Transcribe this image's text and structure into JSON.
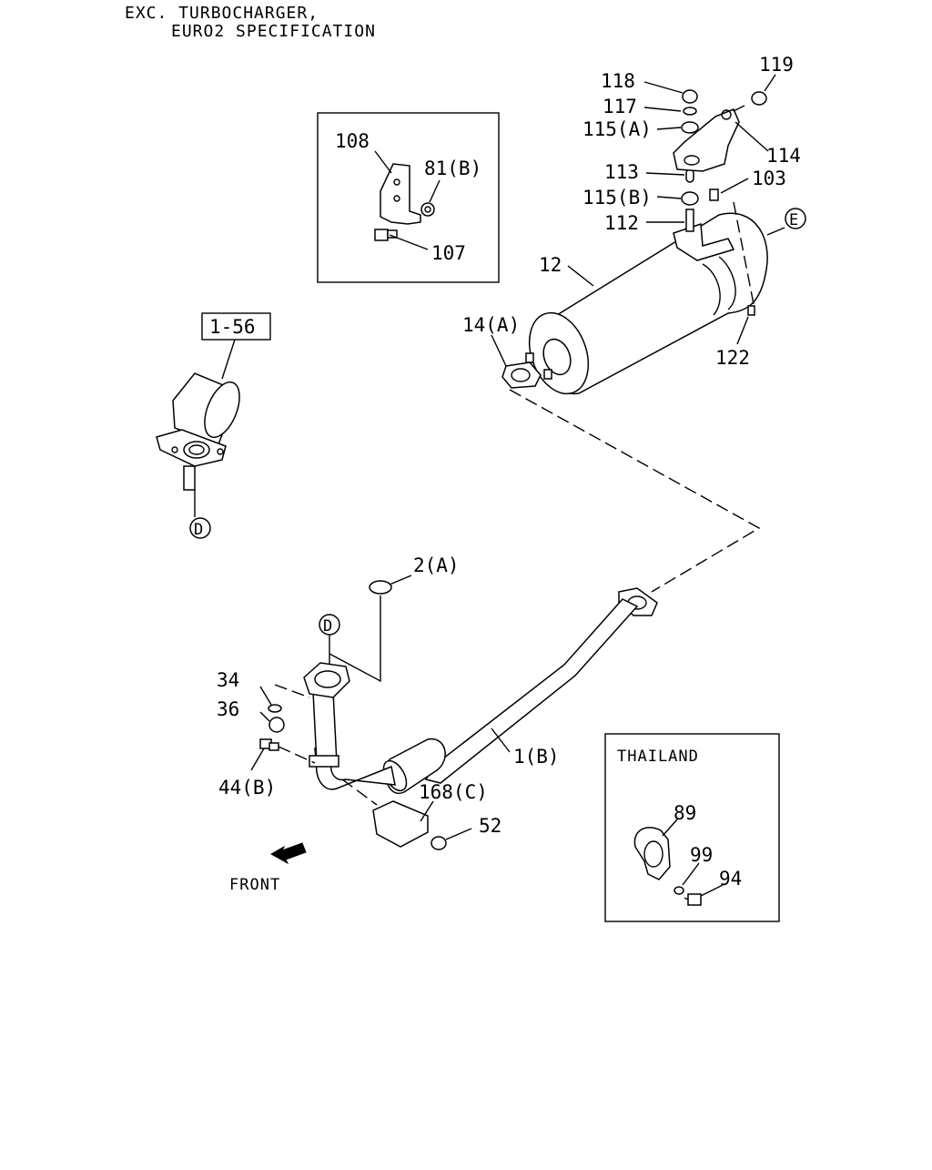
{
  "header": {
    "line1": "EXC. TURBOCHARGER,",
    "line2": "EURO2 SPECIFICATION"
  },
  "ref_box": {
    "label": "1-56"
  },
  "markers": {
    "D_top": "D",
    "D_pipe": "D",
    "E": "E"
  },
  "parts": {
    "p118": "118",
    "p117": "117",
    "p115a": "115(A)",
    "p119": "119",
    "p114": "114",
    "p113": "113",
    "p115b": "115(B)",
    "p103": "103",
    "p112": "112",
    "p12": "12",
    "p14a": "14(A)",
    "p122": "122",
    "p108": "108",
    "p81b": "81(B)",
    "p107": "107",
    "p2a": "2(A)",
    "p34": "34",
    "p36": "36",
    "p44b": "44(B)",
    "p1b": "1(B)",
    "p168c": "168(C)",
    "p52": "52",
    "p89": "89",
    "p99": "99",
    "p94": "94"
  },
  "inset_thailand": {
    "title": "THAILAND"
  },
  "front": {
    "label": "FRONT"
  }
}
